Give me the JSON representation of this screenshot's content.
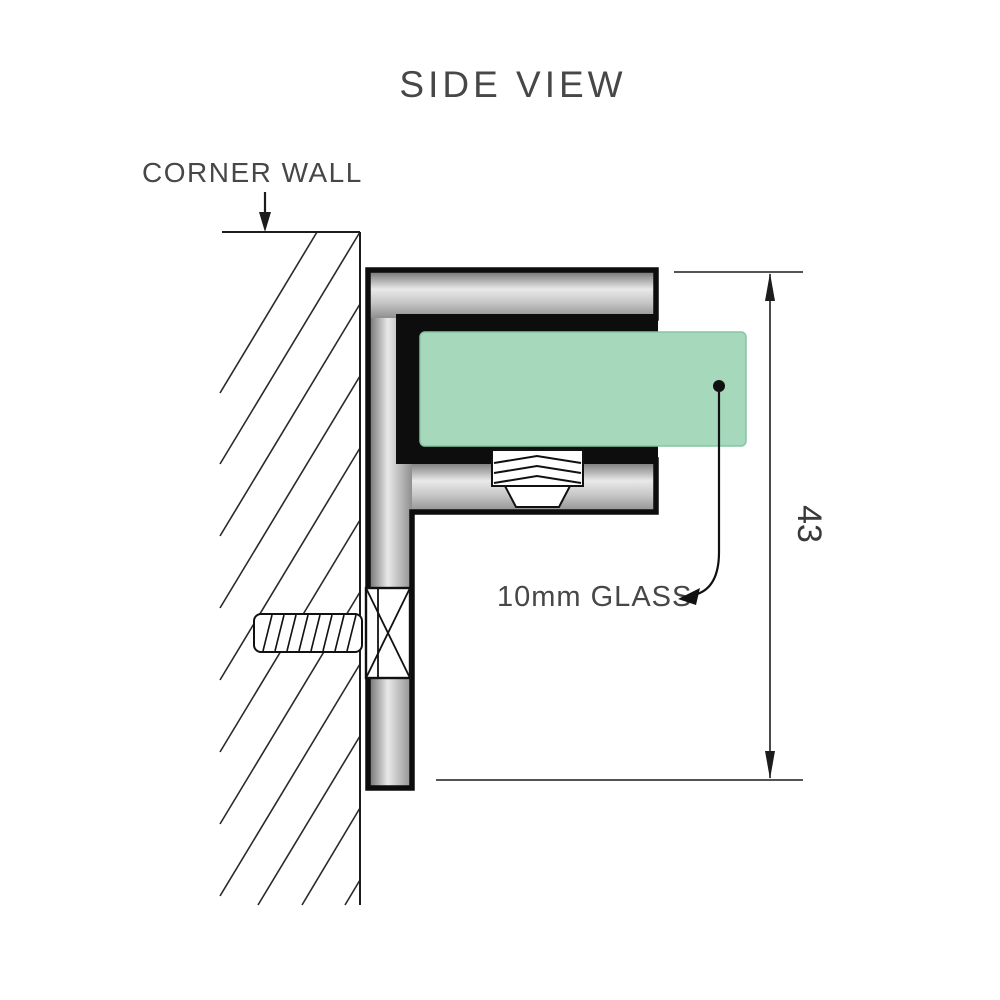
{
  "title": "SIDE VIEW",
  "labels": {
    "wall": "CORNER WALL",
    "glass": "10mm GLASS"
  },
  "dimension": {
    "value": "43"
  },
  "colors": {
    "glass_fill": "#a6d9bc",
    "gasket": "#0d0d0d",
    "metal_dark": "#6a6a6a",
    "metal_light": "#e9e9e9",
    "metal_mid": "#8f8f8f",
    "line": "#1c1c1c",
    "text": "#474747"
  }
}
